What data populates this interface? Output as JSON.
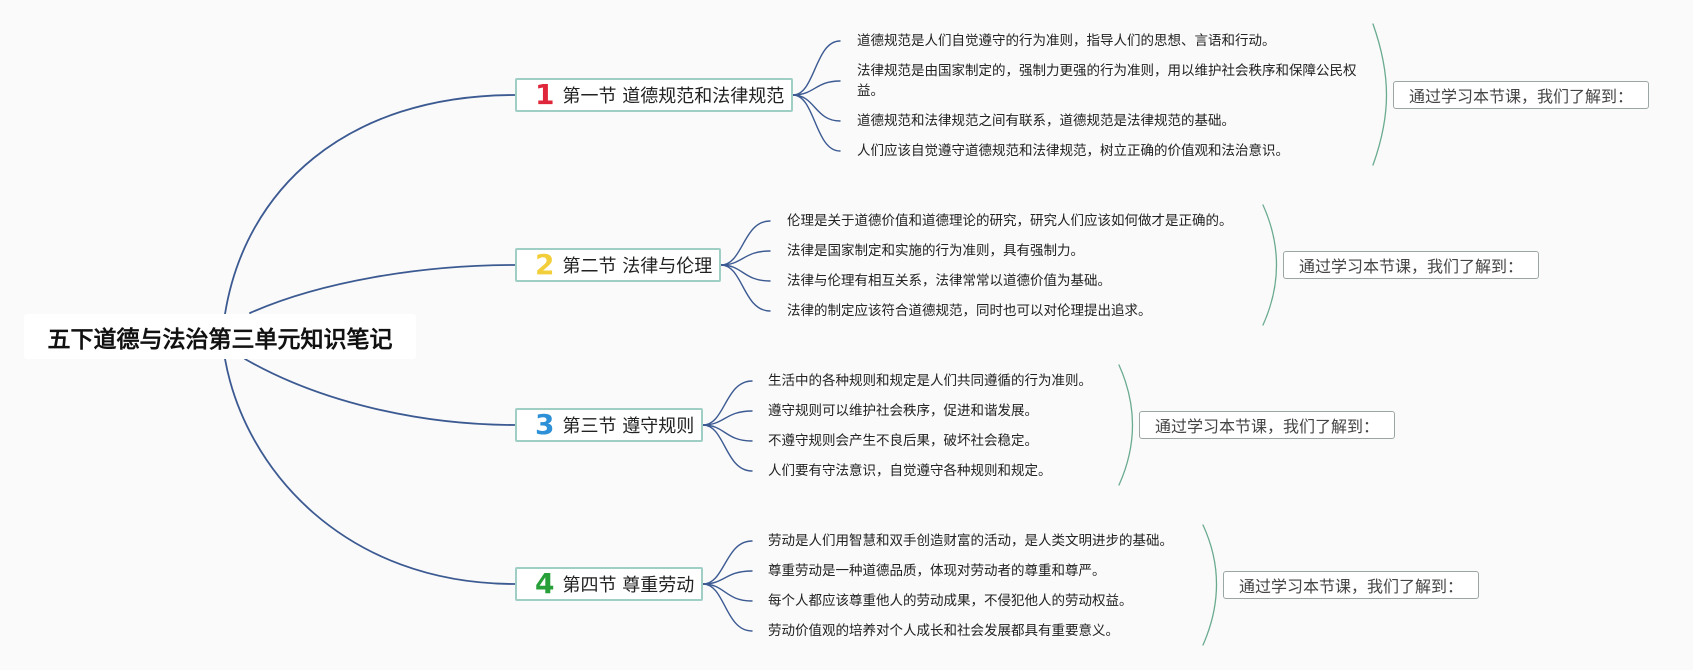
{
  "root": {
    "title": "五下道德与法治第三单元知识笔记"
  },
  "sections": [
    {
      "number": "1",
      "number_color": "#e0263a",
      "title": "第一节 道德规范和法律规范",
      "points": [
        "道德规范是人们自觉遵守的行为准则，指导人们的思想、言语和行动。",
        "法律规范是由国家制定的，强制力更强的行为准则，用以维护社会秩序和保障公民权益。",
        "道德规范和法律规范之间有联系，道德规范是法律规范的基础。",
        "人们应该自觉遵守道德规范和法律规范，树立正确的价值观和法治意识。"
      ],
      "summary": "通过学习本节课，我们了解到："
    },
    {
      "number": "2",
      "number_color": "#f2cf3a",
      "title": "第二节 法律与伦理",
      "points": [
        "伦理是关于道德价值和道德理论的研究，研究人们应该如何做才是正确的。",
        "法律是国家制定和实施的行为准则，具有强制力。",
        "法律与伦理有相互关系，法律常常以道德价值为基础。",
        "法律的制定应该符合道德规范，同时也可以对伦理提出追求。"
      ],
      "summary": "通过学习本节课，我们了解到："
    },
    {
      "number": "3",
      "number_color": "#2e90d6",
      "title": "第三节 遵守规则",
      "points": [
        "生活中的各种规则和规定是人们共同遵循的行为准则。",
        "遵守规则可以维护社会秩序，促进和谐发展。",
        "不遵守规则会产生不良后果，破坏社会稳定。",
        "人们要有守法意识，自觉遵守各种规则和规定。"
      ],
      "summary": "通过学习本节课，我们了解到："
    },
    {
      "number": "4",
      "number_color": "#27a03a",
      "title": "第四节 尊重劳动",
      "points": [
        "劳动是人们用智慧和双手创造财富的活动，是人类文明进步的基础。",
        "尊重劳动是一种道德品质，体现对劳动者的尊重和尊严。",
        "每个人都应该尊重他人的劳动成果，不侵犯他人的劳动权益。",
        "劳动价值观的培养对个人成长和社会发展都具有重要意义。"
      ],
      "summary": "通过学习本节课，我们了解到："
    }
  ],
  "colors": {
    "branch_line": "#3c5a92",
    "section_border": "#9fcfc4",
    "bracket": "#6aab90"
  }
}
